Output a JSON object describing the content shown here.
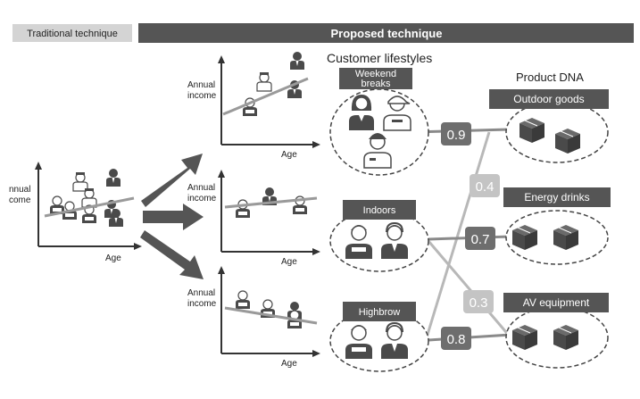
{
  "header": {
    "traditional_label": "Traditional technique",
    "proposed_label": "Proposed technique"
  },
  "traditional": {
    "ylabel_line1": "nnual",
    "ylabel_line2": "come",
    "xlabel": "Age"
  },
  "segment_charts": [
    {
      "ylabel_line1": "Annual",
      "ylabel_line2": "income",
      "xlabel": "Age"
    },
    {
      "ylabel_line1": "Annual",
      "ylabel_line2": "income",
      "xlabel": "Age"
    },
    {
      "ylabel_line1": "Annual",
      "ylabel_line2": "income",
      "xlabel": "Age"
    }
  ],
  "lifestyles": {
    "title": "Customer lifestyles",
    "items": [
      {
        "label_line1": "Weekend",
        "label_line2": "breaks"
      },
      {
        "label_line1": "Indoors",
        "label_line2": ""
      },
      {
        "label_line1": "Highbrow",
        "label_line2": ""
      }
    ]
  },
  "product_dna": {
    "title": "Product DNA",
    "items": [
      {
        "label": "Outdoor goods"
      },
      {
        "label": "Energy drinks"
      },
      {
        "label": "AV equipment"
      }
    ]
  },
  "links": [
    {
      "value": "0.9",
      "from": "Weekend breaks",
      "to": "Outdoor goods",
      "strength": "strong"
    },
    {
      "value": "0.4",
      "from": "Highbrow",
      "to": "Outdoor goods",
      "strength": "weak"
    },
    {
      "value": "0.7",
      "from": "Indoors",
      "to": "Energy drinks",
      "strength": "strong"
    },
    {
      "value": "0.3",
      "from": "Indoors",
      "to": "AV equipment",
      "strength": "weak"
    },
    {
      "value": "0.8",
      "from": "Highbrow",
      "to": "AV equipment",
      "strength": "strong"
    }
  ],
  "colors": {
    "dark": "#4a4a4a",
    "mid": "#6e6e6e",
    "light_badge": "#c4c4c4",
    "header_light": "#d4d4d4",
    "trend": "#9a9a9a"
  }
}
